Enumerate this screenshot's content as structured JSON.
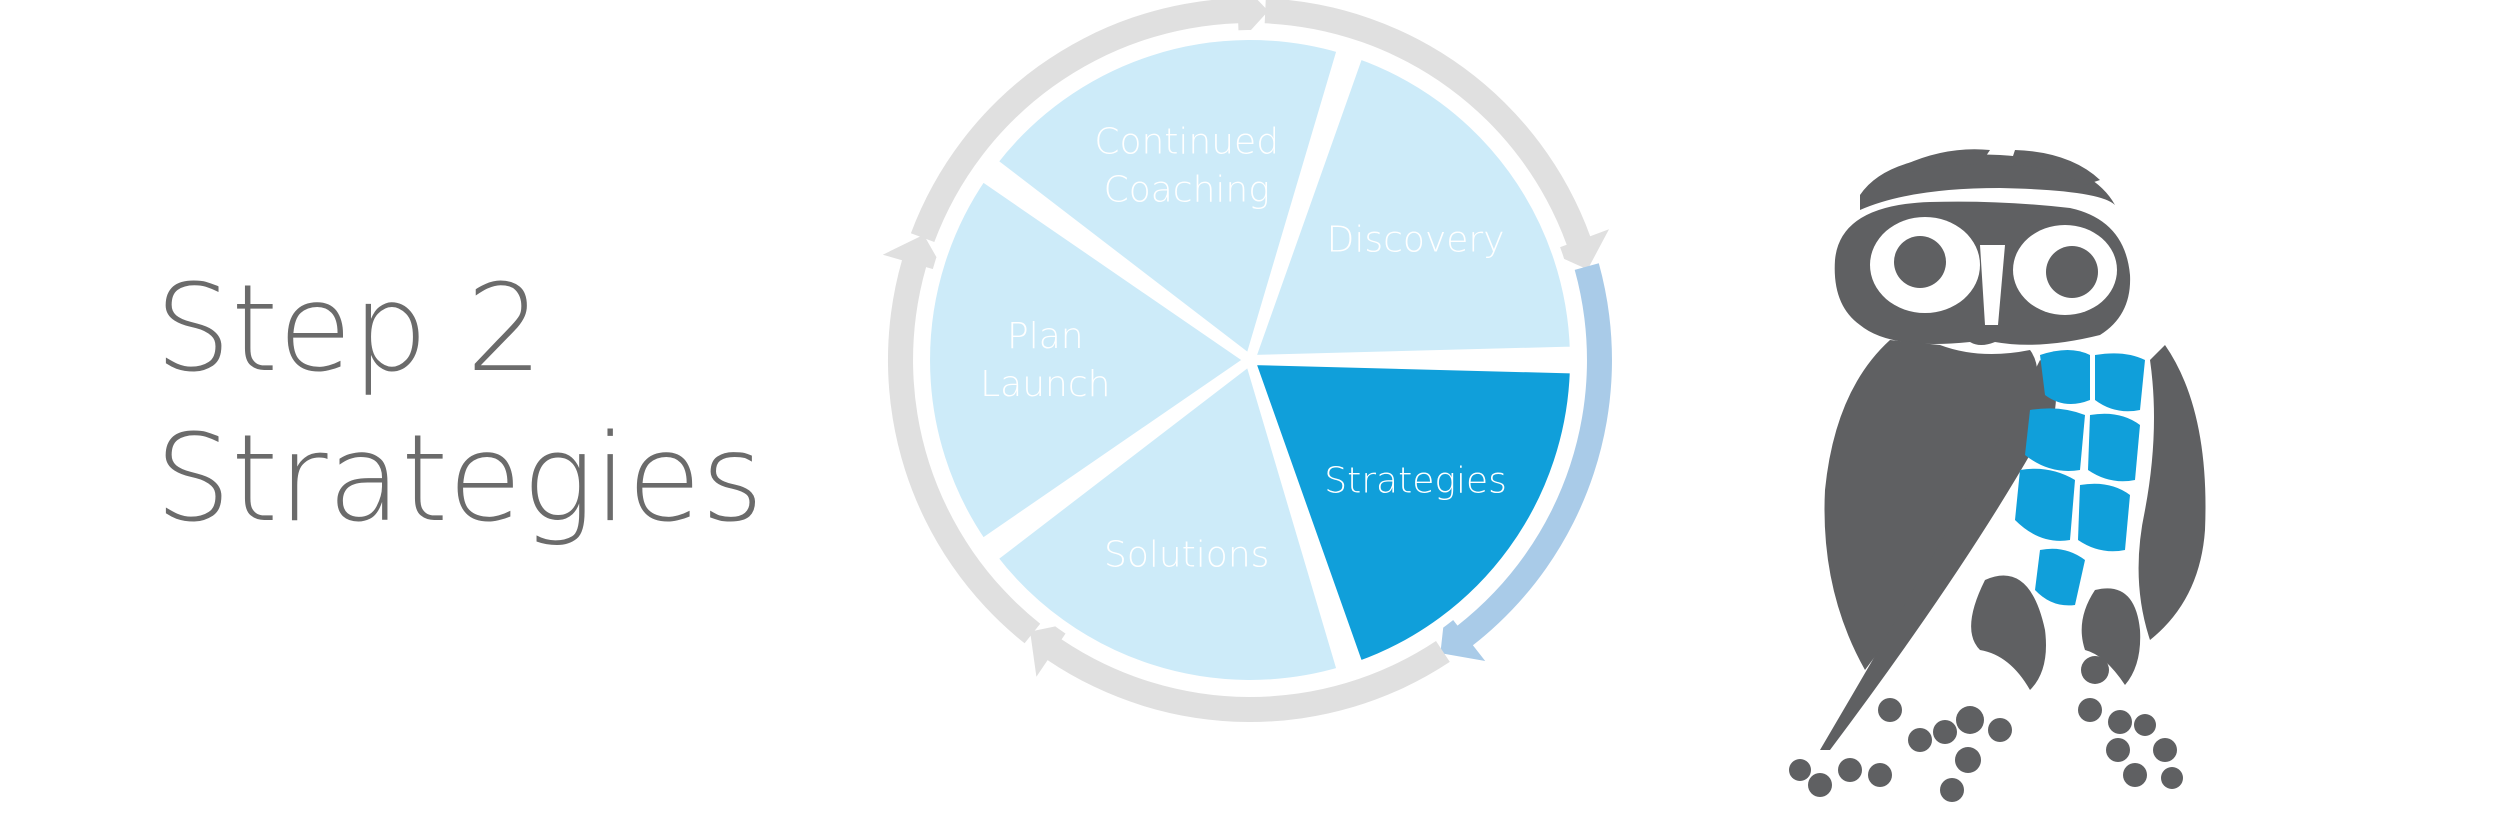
{
  "title": {
    "line1": "Step 2",
    "line2": "Strategies"
  },
  "cycle": {
    "steps": [
      {
        "label_lines": [
          "Discovery"
        ],
        "active": false
      },
      {
        "label_lines": [
          "Strategies"
        ],
        "active": true
      },
      {
        "label_lines": [
          "Solutions"
        ],
        "active": false
      },
      {
        "label_lines": [
          "Plan",
          "Launch"
        ],
        "active": false
      },
      {
        "label_lines": [
          "Continued",
          "Coaching"
        ],
        "active": false
      }
    ],
    "colors": {
      "segment": "#cdebf9",
      "segment_active": "#109fda",
      "ring": "#e0e0e0",
      "ring_active": "#a9cbe8",
      "label": "#ffffff"
    }
  },
  "owl": {
    "icon": "owl-icon",
    "colors": {
      "body": "#5f6062",
      "accent": "#109fda"
    }
  }
}
